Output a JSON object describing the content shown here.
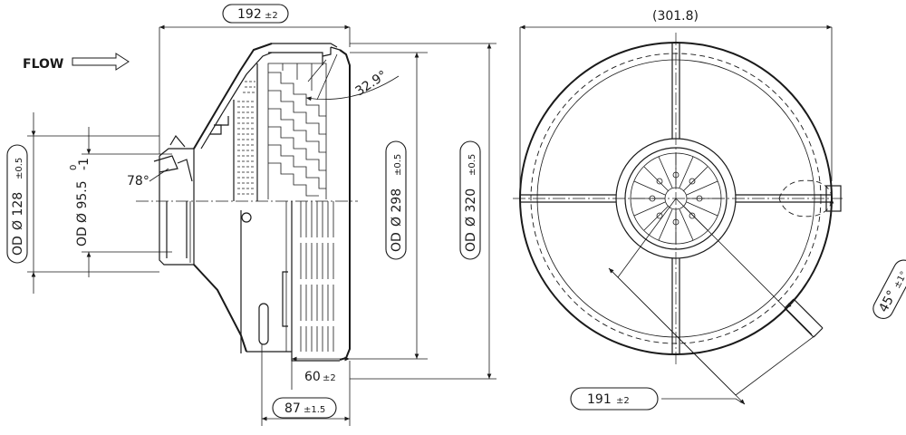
{
  "flow_label": "FLOW",
  "side_view": {
    "overall_length": {
      "value": "192",
      "tol": "±2"
    },
    "inlet_od": {
      "prefix": "OD",
      "value": "Ø 128",
      "tol": "±0.5"
    },
    "inlet_bore": {
      "prefix": "OD",
      "value": "Ø 95.5",
      "tol_upper": "0",
      "tol_lower": "-1"
    },
    "inlet_angle": "78°",
    "cone_angle": "32.9°",
    "body_od_inner": {
      "prefix": "OD",
      "value": "Ø 298",
      "tol": "±0.5"
    },
    "body_od_outer": {
      "prefix": "OD",
      "value": "Ø 320",
      "tol": "±0.5"
    },
    "dim_60": {
      "value": "60",
      "tol": "±2"
    },
    "dim_87": {
      "value": "87",
      "tol": "±1.5"
    }
  },
  "end_view": {
    "diameter_ref": "(301.8)",
    "outlet_radius": {
      "value": "191",
      "tol": "±2"
    },
    "angle": {
      "value": "45°",
      "tol": "±1°"
    }
  }
}
